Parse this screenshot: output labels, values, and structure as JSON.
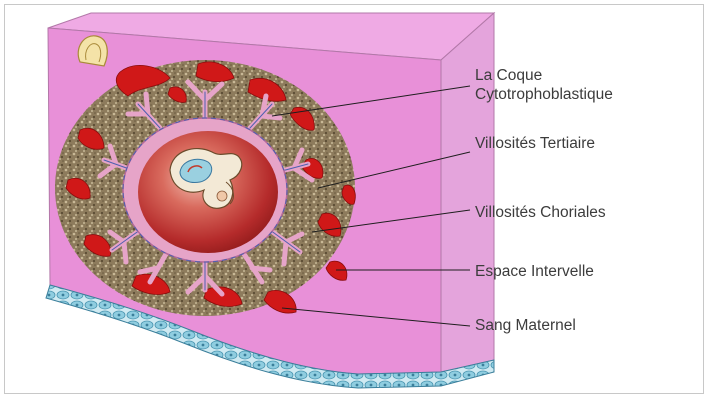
{
  "labels": {
    "coque_line1": "La Coque",
    "coque_line2": "Cytotrophoblastique",
    "tertiaire": "Villosités Tertiaire",
    "choriales": "Villosités Choriales",
    "intervelle": "Espace Intervelle",
    "sang": "Sang Maternel"
  },
  "colors": {
    "block_front": "#e890d8",
    "block_top": "#efaae4",
    "block_side": "#e4a4dc",
    "maternal_blood": "#d01818",
    "intervillous_space": "#8a7858",
    "chorion": "#e6a4c8",
    "amniotic_cavity": "#b52b2b",
    "epithelium": "#7ec4dc",
    "leader_line": "#1e1e1e",
    "label_text": "#3c3c3c"
  }
}
